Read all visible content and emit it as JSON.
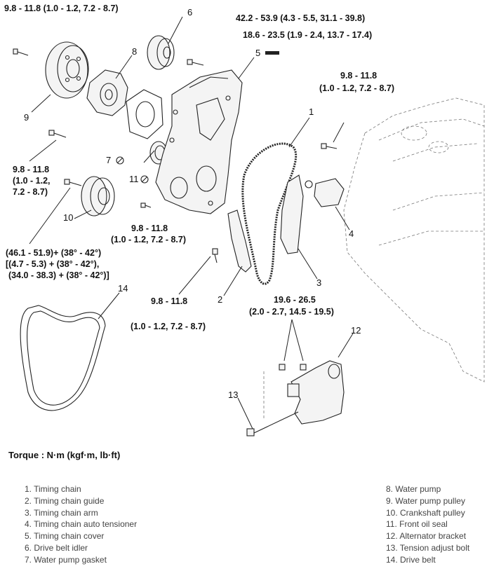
{
  "diagram": {
    "torque_labels": {
      "t9": "9.8 - 11.8 (1.0 - 1.2, 7.2 - 8.7)",
      "t6a": "42.2 - 53.9 (4.3 - 5.5, 31.1 - 39.8)",
      "t6b": "18.6 - 23.5 (1.9 - 2.4, 13.7 - 17.4)",
      "t4_l1": "9.8 - 11.8",
      "t4_l2": "(1.0 - 1.2, 7.2 - 8.7)",
      "t10a_l1": "9.8 - 11.8",
      "t10a_l2": "(1.0 - 1.2,",
      "t10a_l3": "7.2 - 8.7)",
      "t11_l1": "9.8 - 11.8",
      "t11_l2": "(1.0 - 1.2, 7.2 - 8.7)",
      "t10b_l1": "(46.1 - 51.9)+ (38° - 42°)",
      "t10b_l2": "[(4.7 - 5.3) + (38° - 42°),",
      "t10b_l3": "(34.0 - 38.3) + (38° - 42°)]",
      "t2_l1": "9.8 - 11.8",
      "t2_l2": "(1.0 - 1.2, 7.2 - 8.7)",
      "t12_l1": "19.6 - 26.5",
      "t12_l2": "(2.0 - 2.7, 14.5 - 19.5)"
    },
    "callouts": {
      "c1": "1",
      "c2": "2",
      "c3": "3",
      "c4": "4",
      "c5": "5",
      "c6": "6",
      "c7": "7",
      "c8": "8",
      "c9": "9",
      "c10": "10",
      "c11": "11",
      "c12": "12",
      "c13": "13",
      "c14": "14"
    }
  },
  "torque_heading": "Torque : N·m (kgf·m, lb·ft)",
  "legend_left": [
    "1.  Timing chain",
    "2.  Timing chain guide",
    "3.  Timing chain arm",
    "4.  Timing chain auto tensioner",
    "5.  Timing chain cover",
    "6.  Drive belt idler",
    "7.  Water pump gasket"
  ],
  "legend_right": [
    "8.  Water pump",
    "9.  Water pump pulley",
    "10. Crankshaft pulley",
    "11. Front oil seal",
    "12. Alternator bracket",
    "13. Tension adjust bolt",
    "14. Drive belt"
  ]
}
